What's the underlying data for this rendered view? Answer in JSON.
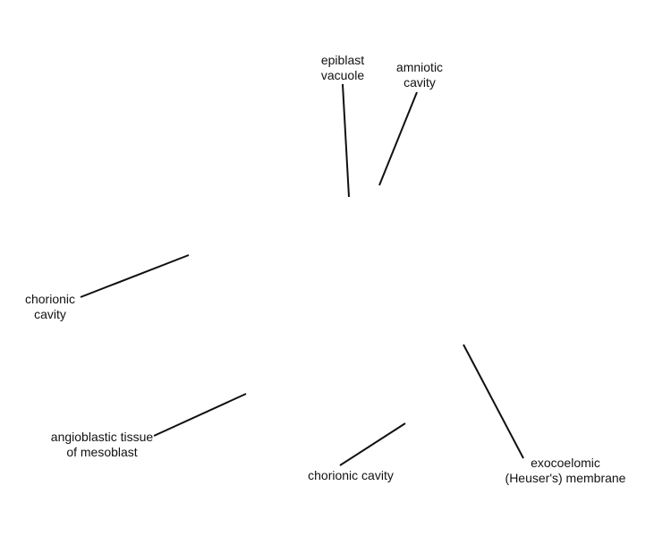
{
  "labels": {
    "epiblast_vacuole": [
      "epiblast",
      "vacuole"
    ],
    "amniotic_cavity": [
      "amniotic",
      "cavity"
    ],
    "chorionic_cavity_left": [
      "chorionic",
      "cavity"
    ],
    "angioblastic_tissue": [
      "angioblastic tissue",
      "of mesoblast"
    ],
    "chorionic_cavity_bottom": [
      "chorionic cavity"
    ],
    "exocoelomic_membrane": [
      "exocoelomic",
      "(Heuser's) membrane"
    ]
  }
}
